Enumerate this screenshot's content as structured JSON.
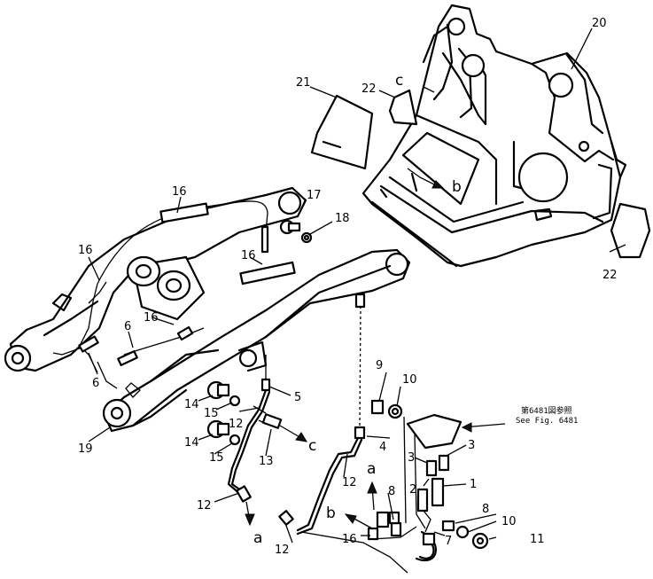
{
  "part_numbers": {
    "n1": "1",
    "n2": "2",
    "n3a": "3",
    "n3b": "3",
    "n4": "4",
    "n5": "5",
    "n6a": "6",
    "n6b": "6",
    "n7": "7",
    "n8a": "8",
    "n8b": "8",
    "n9": "9",
    "n10a": "10",
    "n10b": "10",
    "n11": "11",
    "n12a": "12",
    "n12b": "12",
    "n12c": "12",
    "n12d": "12",
    "n13": "13",
    "n14a": "14",
    "n14b": "14",
    "n15a": "15",
    "n15b": "15",
    "n16a": "16",
    "n16b": "16",
    "n16c": "16",
    "n16d": "16",
    "n16e": "16",
    "n17": "17",
    "n18": "18",
    "n19": "19",
    "n20": "20",
    "n21": "21",
    "n22a": "22",
    "n22b": "22"
  },
  "connection_marks": {
    "a1": "a",
    "a2": "a",
    "b1": "b",
    "b2": "b",
    "c1": "c",
    "c2": "c"
  },
  "reference_note": {
    "jp": "第6481図参照",
    "en": "See Fig. 6481"
  }
}
